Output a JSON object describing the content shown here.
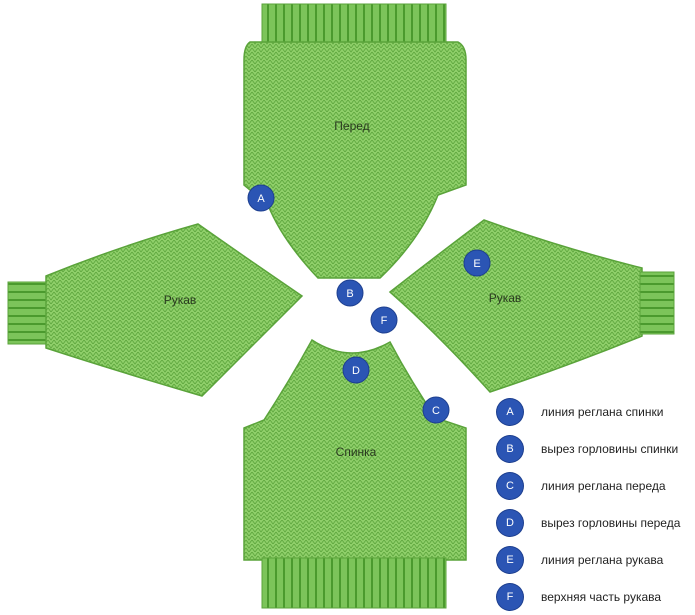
{
  "pieces": {
    "front": "Перед",
    "back": "Спинка",
    "sleeve_left": "Рукав",
    "sleeve_right": "Рукав"
  },
  "markers": {
    "a": "A",
    "b": "B",
    "c": "C",
    "d": "D",
    "e": "E",
    "f": "F"
  },
  "legend": [
    {
      "key": "A",
      "text": "линия реглана спинки"
    },
    {
      "key": "B",
      "text": "вырез горловины спинки"
    },
    {
      "key": "C",
      "text": "линия реглана переда"
    },
    {
      "key": "D",
      "text": "вырез горловины переда"
    },
    {
      "key": "E",
      "text": "линия реглана рукава"
    },
    {
      "key": "F",
      "text": "верхняя часть рукава"
    }
  ],
  "colors": {
    "knit_fill": "#8fcf6a",
    "knit_stroke": "#5aa33a",
    "marker": "#2b55b4"
  }
}
